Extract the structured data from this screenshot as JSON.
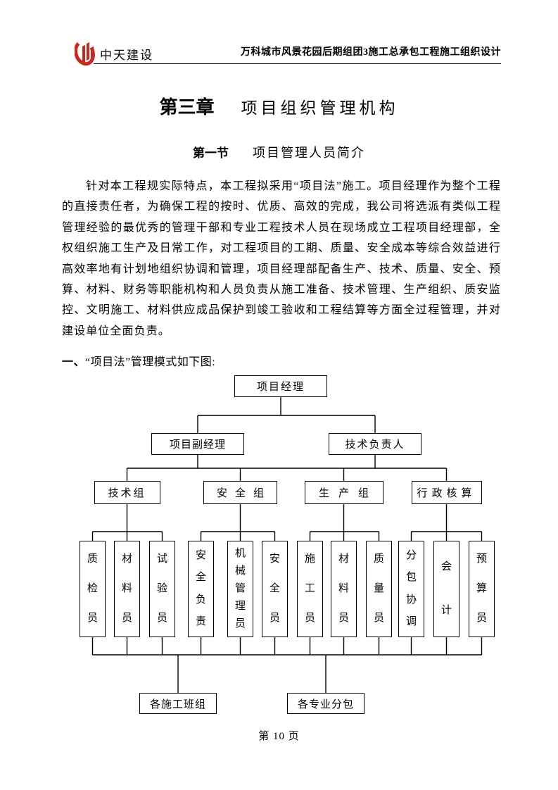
{
  "header": {
    "logo_text": "中天建设",
    "doc_title": "万科城市风景花园后期组团3施工总承包工程施工组织设计"
  },
  "chapter": {
    "label": "第三章",
    "title": "项目组织管理机构"
  },
  "section": {
    "label": "第一节",
    "title": "项目管理人员简介"
  },
  "body": {
    "paragraph": "针对本工程规实际特点，本工程拟采用“项目法”施工。项目经理作为整个工程的直接责任者，为确保工程的按时、优质、高效的完成，我公司将选派有类似工程管理经验的最优秀的管理干部和专业工程技术人员在现场成立工程项目经理部，全权组织施工生产及日常工作，对工程项目的工期、质量、安全成本等综合效益进行高效率地有计划地组织协调和管理，项目经理部配备生产、技术、质量、安全、预算、材料、财务等职能机构和人员负责从施工准备、技术管理、生产组织、质安监控、文明施工、材料供应成品保护到竣工验收和工程结算等方面全过程管理，并对建设单位全面负责。",
    "figure_lead_label": "一、",
    "figure_lead_text": "“项目法”管理模式如下图:"
  },
  "org_chart": {
    "root": "项目经理",
    "deputies": [
      "项目副经理",
      "技术负责人"
    ],
    "groups": [
      "技术组",
      "安全组",
      "生产组",
      "行政核算"
    ],
    "staff": [
      "质检员",
      "材料员",
      "试验员",
      "安全负责",
      "机械管理员",
      "安全员",
      "施工员",
      "材料员",
      "质量员",
      "分包协调",
      "会计",
      "预算员"
    ],
    "teams": [
      "各施工班组",
      "各专业分包"
    ]
  },
  "footer": {
    "page_label": "第 10 页"
  },
  "colors": {
    "logo_red": "#c8281e",
    "line_black": "#000000"
  }
}
